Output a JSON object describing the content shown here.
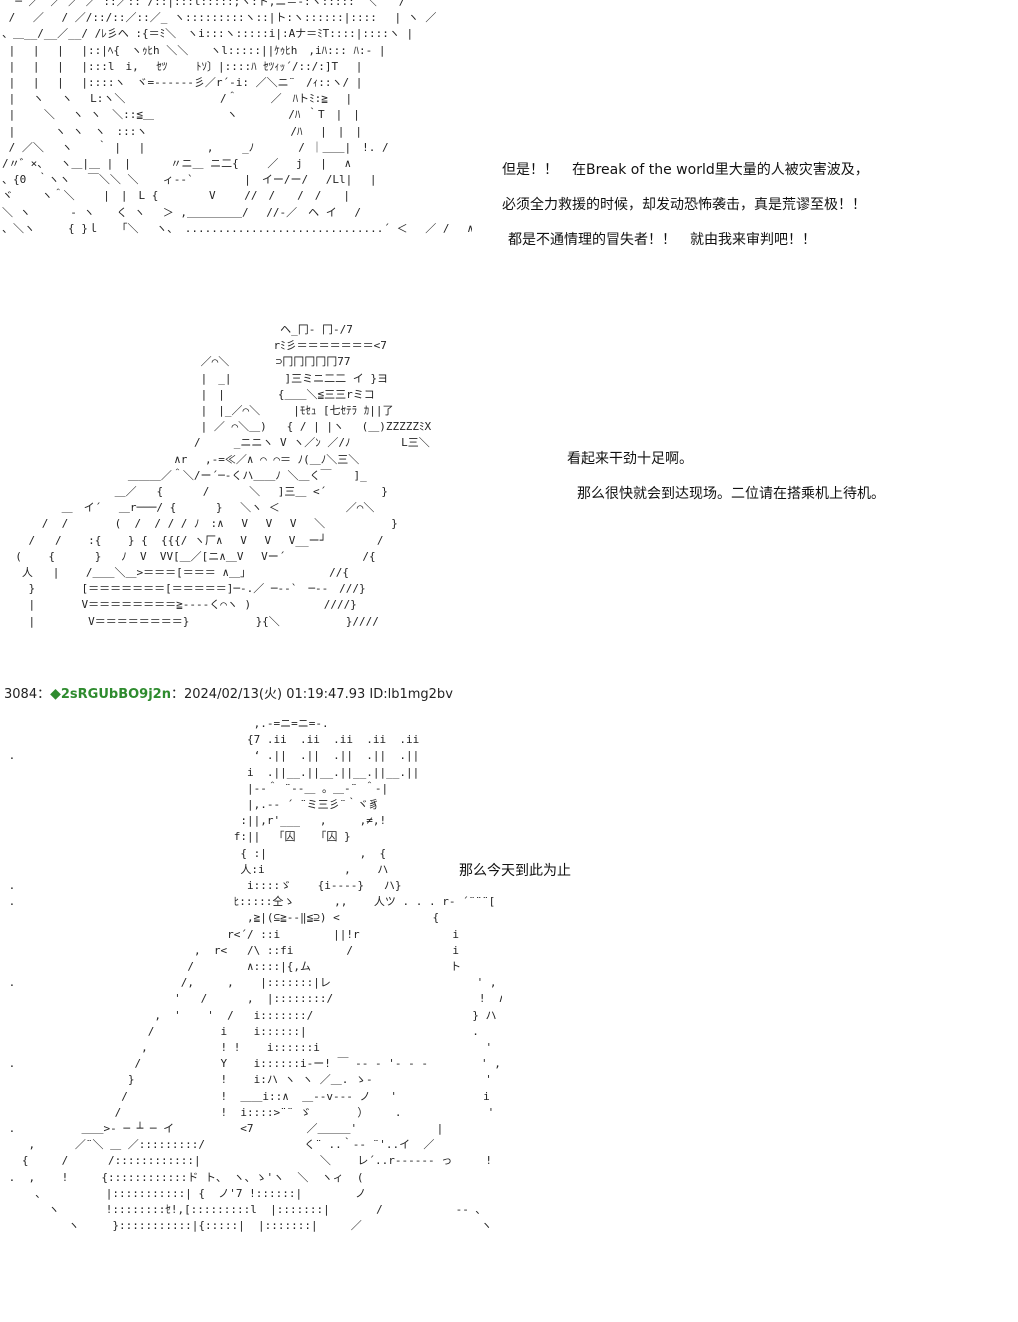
{
  "panels": [
    {
      "dialogue": [
        "但是！！　在Break of the world里大量的人被灾害波及，",
        "必须全力救援的时候，却发动恐怖袭击，真是荒谬至极！！",
        "都是不通情理的冒失者！！　就由我来审判吧！！"
      ]
    },
    {
      "dialogue": [
        "看起来干劲十足啊。",
        "那么很快就会到达现场。二位请在搭乘机上待机。"
      ]
    },
    {
      "dialogue": [
        "那么今天到此为止"
      ]
    }
  ],
  "post_header": {
    "number": "3084",
    "separator": "：",
    "diamond": "◆",
    "trip": "2sRGUbBO9j2n",
    "datetime": "：2024/02/13(火) 01:19:47.93",
    "id": "ID:lb1mg2bv"
  },
  "icons": {
    "trip_marker": "diamond-icon"
  },
  "colors": {
    "trip_green": "#2e8b2e",
    "background": "#ffffff"
  }
}
